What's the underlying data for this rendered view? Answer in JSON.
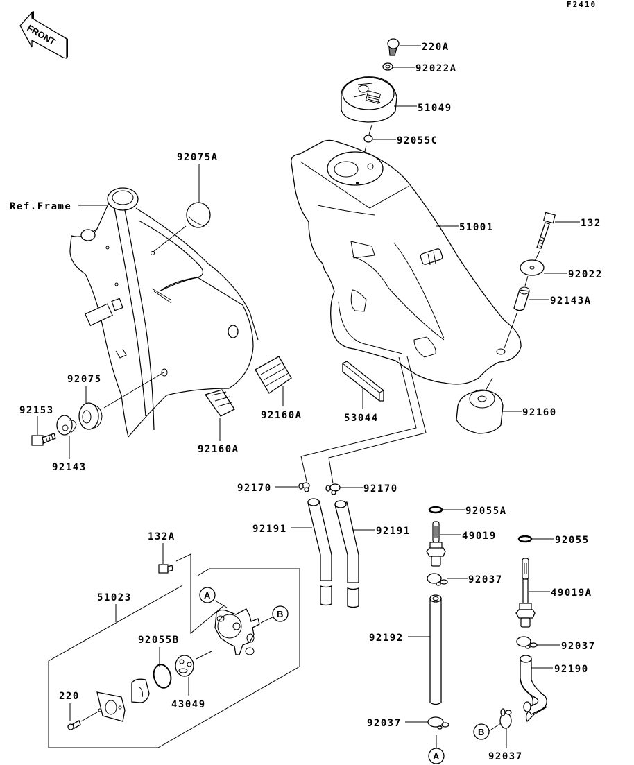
{
  "diagram": {
    "figure_code": "F2410",
    "front_indicator": "FRONT",
    "reference_label": "Ref.Frame",
    "parts": [
      {
        "id": "220A",
        "label": "220A"
      },
      {
        "id": "92022A",
        "label": "92022A"
      },
      {
        "id": "51049",
        "label": "51049"
      },
      {
        "id": "92055C",
        "label": "92055C"
      },
      {
        "id": "92075A",
        "label": "92075A"
      },
      {
        "id": "51001",
        "label": "51001"
      },
      {
        "id": "132",
        "label": "132"
      },
      {
        "id": "92022",
        "label": "92022"
      },
      {
        "id": "92143A",
        "label": "92143A"
      },
      {
        "id": "92075",
        "label": "92075"
      },
      {
        "id": "92153",
        "label": "92153"
      },
      {
        "id": "92143",
        "label": "92143"
      },
      {
        "id": "92160A-1",
        "label": "92160A"
      },
      {
        "id": "92160A-2",
        "label": "92160A"
      },
      {
        "id": "53044",
        "label": "53044"
      },
      {
        "id": "92160",
        "label": "92160"
      },
      {
        "id": "92170-1",
        "label": "92170"
      },
      {
        "id": "92170-2",
        "label": "92170"
      },
      {
        "id": "92191-1",
        "label": "92191"
      },
      {
        "id": "92191-2",
        "label": "92191"
      },
      {
        "id": "92055A",
        "label": "92055A"
      },
      {
        "id": "49019",
        "label": "49019"
      },
      {
        "id": "92055",
        "label": "92055"
      },
      {
        "id": "92037-1",
        "label": "92037"
      },
      {
        "id": "49019A",
        "label": "49019A"
      },
      {
        "id": "132A",
        "label": "132A"
      },
      {
        "id": "51023",
        "label": "51023"
      },
      {
        "id": "92055B",
        "label": "92055B"
      },
      {
        "id": "43049",
        "label": "43049"
      },
      {
        "id": "220",
        "label": "220"
      },
      {
        "id": "92192",
        "label": "92192"
      },
      {
        "id": "92037-2",
        "label": "92037"
      },
      {
        "id": "92190",
        "label": "92190"
      },
      {
        "id": "92037-3",
        "label": "92037"
      },
      {
        "id": "92037-4",
        "label": "92037"
      }
    ],
    "connectors": {
      "a": "A",
      "b": "B"
    }
  }
}
